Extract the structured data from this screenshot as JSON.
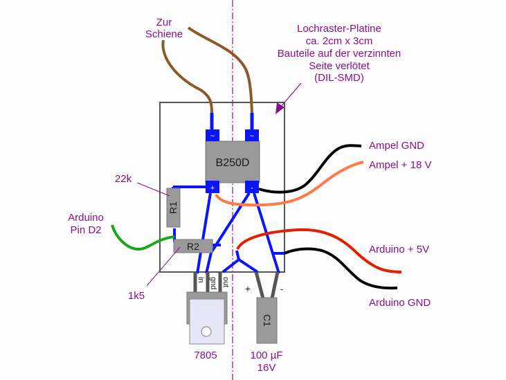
{
  "title": "Lochraster-Platine Schaltungsaufbau",
  "colors": {
    "label": "#8a0f8a",
    "trace": "#0a14ff",
    "board_outline": "#555555",
    "component": "#999999",
    "wire_brown": "#8b5a2b",
    "wire_black": "#000000",
    "wire_orange": "#ff7a45",
    "wire_red": "#e02000",
    "wire_green": "#1aa81a"
  },
  "labels": {
    "rail_line1": "Zur",
    "rail_line2": "Schiene",
    "board_note": [
      "Lochraster-Platine",
      "ca. 2cm x 3cm",
      "Bauteile auf der verzinnten",
      "Seite verlötet",
      "(DIL-SMD)"
    ],
    "ampel_gnd": "Ampel GND",
    "ampel_18v": "Ampel + 18 V",
    "arduino_5v": "Arduino + 5V",
    "arduino_gnd": "Arduino GND",
    "arduino_pin_line1": "Arduino",
    "arduino_pin_line2": "Pin D2",
    "r1_value": "22k",
    "r2_value": "1k5",
    "regulator_name": "7805",
    "cap_value_line1": "100 µF",
    "cap_value_line2": "16V"
  },
  "components": {
    "bridge": {
      "name": "B250D",
      "pins": {
        "ac1": "~",
        "ac2": "~",
        "plus": "+",
        "minus": "-"
      }
    },
    "r1": {
      "name": "R1"
    },
    "r2": {
      "name": "R2"
    },
    "regulator": {
      "pins": [
        "in",
        "gnd",
        "out"
      ]
    },
    "capacitor": {
      "name": "C1",
      "plus": "+",
      "minus": "-"
    }
  }
}
